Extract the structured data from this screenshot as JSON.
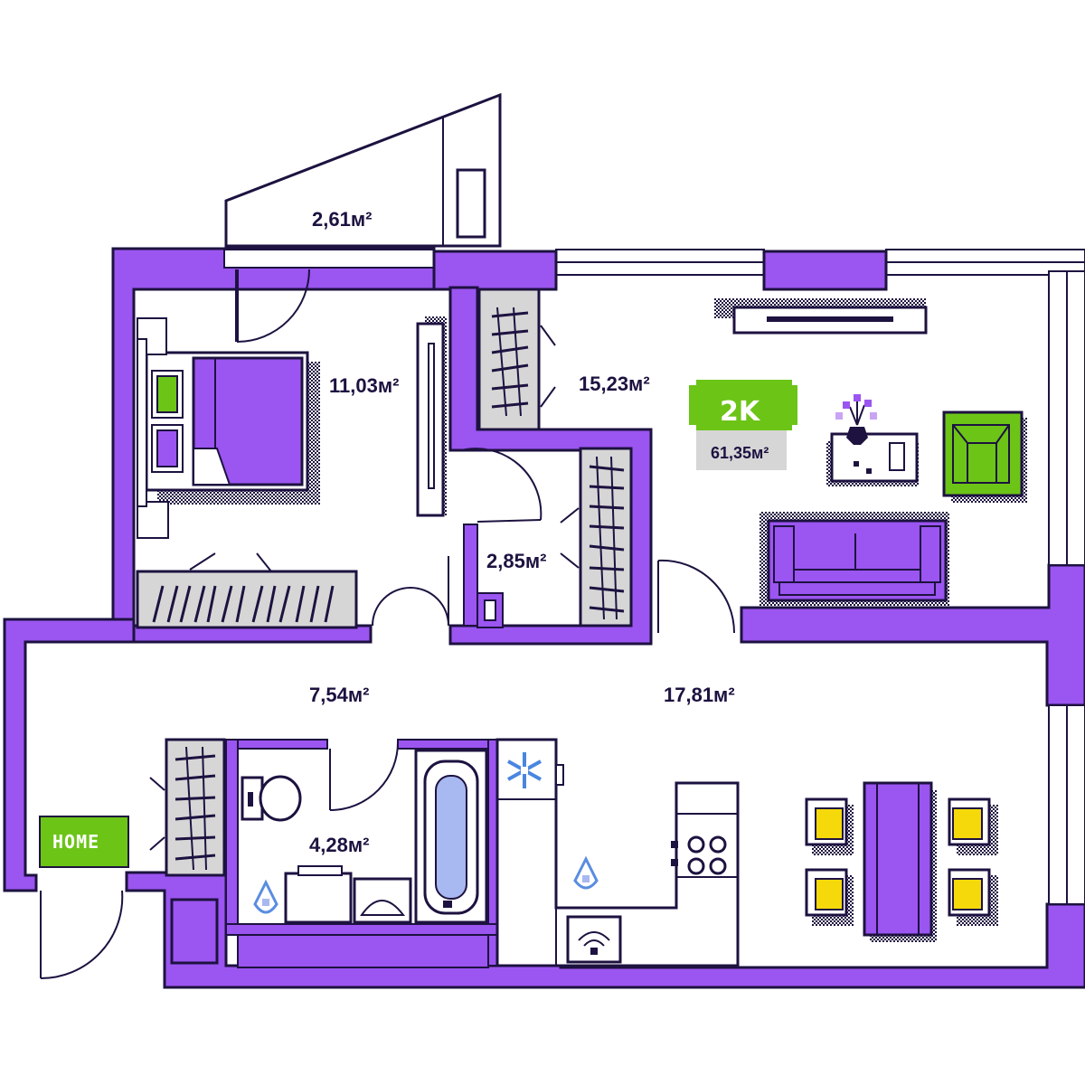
{
  "colors": {
    "wall": "#9b55f0",
    "line": "#1d1240",
    "accent_green": "#6cc417",
    "furniture_gray": "#d6d6d6",
    "yellow": "#f5d90a",
    "blue_fill": "#a8b8f0"
  },
  "apartment": {
    "type_badge": "2K",
    "total_area": "61,35м²"
  },
  "rooms": {
    "balcony": "2,61м²",
    "bedroom": "11,03м²",
    "living": "15,23м²",
    "wardrobe": "2,85м²",
    "hall": "7,54м²",
    "kitchen": "17,81м²",
    "bathroom": "4,28м²"
  },
  "entrance": {
    "label": "HOME"
  },
  "icons": {
    "snowflake": "snowflake-icon",
    "water_drop": "water-drop-icon",
    "wifi": "wifi-icon",
    "flower_vase": "flower-vase-icon"
  }
}
